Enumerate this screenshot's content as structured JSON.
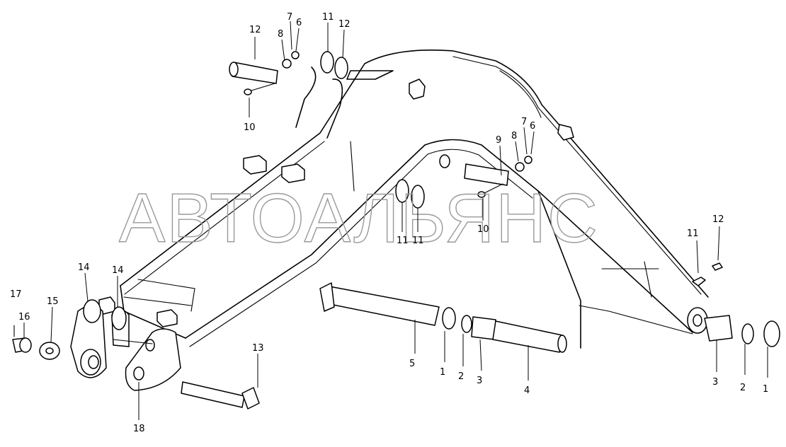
{
  "watermark": "АВТОАЛЬЯНС",
  "callouts": [
    "12",
    "8",
    "7",
    "6",
    "11",
    "12",
    "10",
    "9",
    "7",
    "8",
    "6",
    "10",
    "11",
    "11",
    "11",
    "12",
    "14",
    "14",
    "17",
    "16",
    "15",
    "13",
    "18",
    "5",
    "1",
    "2",
    "3",
    "4",
    "3",
    "2",
    "1"
  ]
}
